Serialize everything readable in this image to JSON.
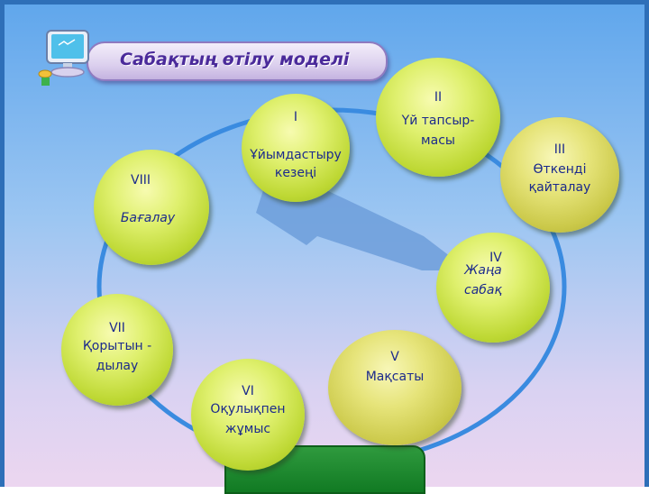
{
  "title": "Сабақтың  өтілу моделі",
  "nodes": [
    {
      "id": "I",
      "num": "I",
      "label": "Ұйымдастыру кезеңі"
    },
    {
      "id": "II",
      "num": "II",
      "label_lines": [
        "Үй тапсыр-",
        "масы"
      ]
    },
    {
      "id": "III",
      "num": "III",
      "label_lines": [
        "Өткенді",
        "қайталау"
      ]
    },
    {
      "id": "IV",
      "num": "IV",
      "label_lines": [
        "Жаңа",
        "сабақ"
      ]
    },
    {
      "id": "V",
      "num": "V",
      "label": "Мақсаты"
    },
    {
      "id": "VI",
      "num": "VI",
      "label_lines": [
        "Оқулықпен",
        "жұмыс"
      ]
    },
    {
      "id": "VII",
      "num": "VII",
      "label_lines": [
        "Қорытын -",
        "дылау"
      ]
    },
    {
      "id": "VIII",
      "num": "VIII",
      "label": "Бағалау"
    }
  ],
  "colors": {
    "ring": "#3a8be0",
    "arrow": "#5f94d6",
    "text": "#1c2a8c",
    "title": "#4a2a9a"
  }
}
